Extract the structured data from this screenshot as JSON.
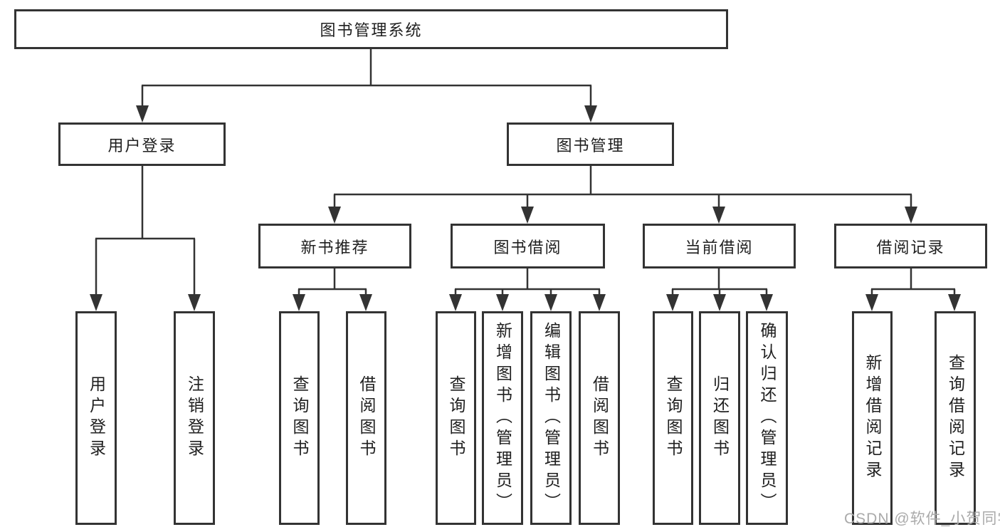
{
  "tree": {
    "label": "图书管理系统",
    "children": [
      {
        "label": "用户登录",
        "children": [
          {
            "label": "用户登录"
          },
          {
            "label": "注销登录"
          }
        ]
      },
      {
        "label": "图书管理",
        "children": [
          {
            "label": "新书推荐",
            "children": [
              {
                "label": "查询图书"
              },
              {
                "label": "借阅图书"
              }
            ]
          },
          {
            "label": "图书借阅",
            "children": [
              {
                "label": "查询图书"
              },
              {
                "label": "新增图书（管理员）"
              },
              {
                "label": "编辑图书（管理员）"
              },
              {
                "label": "借阅图书"
              }
            ]
          },
          {
            "label": "当前借阅",
            "children": [
              {
                "label": "查询图书"
              },
              {
                "label": "归还图书"
              },
              {
                "label": "确认归还（管理员）"
              }
            ]
          },
          {
            "label": "借阅记录",
            "children": [
              {
                "label": "新增借阅记录"
              },
              {
                "label": "查询借阅记录"
              }
            ]
          }
        ]
      }
    ]
  },
  "watermark": "CSDN @软件_小贺同学",
  "colors": {
    "line": "#333333",
    "box_border": "#333333",
    "text": "#1f1f1f",
    "watermark": "#aaaaaa",
    "background": "#ffffff"
  }
}
